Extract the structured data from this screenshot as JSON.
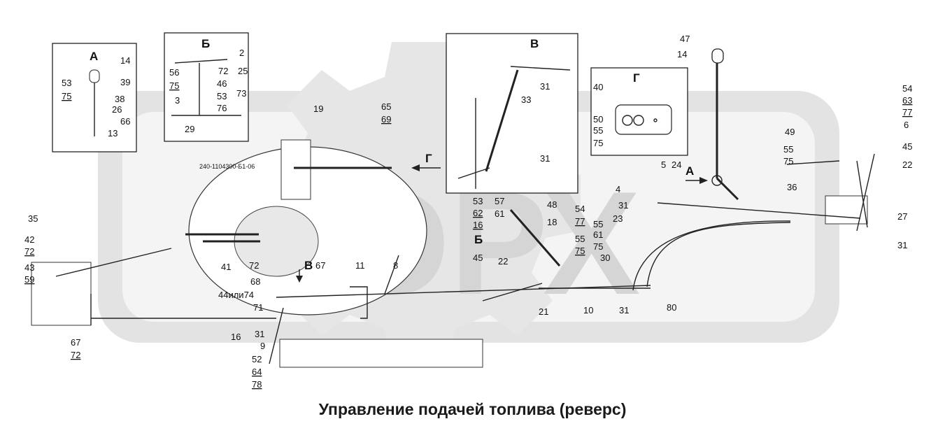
{
  "caption": "Управление подачей топлива (реверс)",
  "part_code": "240-1104300-Б1-06",
  "watermark": {
    "color": "#d9d9d9",
    "text": "ОРХ"
  },
  "views": {
    "A": "А",
    "B": "Б",
    "V": "В",
    "G": "Г"
  },
  "arrows": {
    "G": "Г",
    "V": "В",
    "A": "А",
    "B": "Б"
  },
  "labels": {
    "a14": "14",
    "a39": "39",
    "a38": "38",
    "a26": "26",
    "a66": "66",
    "a13": "13",
    "a53": "53",
    "a75": "75",
    "b2": "2",
    "b56": "56",
    "b72": "72",
    "b25": "25",
    "b75": "75",
    "b46": "46",
    "b53": "53",
    "b73": "73",
    "b3": "3",
    "b76": "76",
    "b29": "29",
    "v31a": "31",
    "v33": "33",
    "v31b": "31",
    "g40": "40",
    "g50": "50",
    "g55": "55",
    "g75": "75",
    "n47": "47",
    "n14": "14",
    "n19": "19",
    "n65": "65",
    "n69": "69",
    "n54": "54",
    "n63": "63",
    "n77": "77",
    "n6": "6",
    "n49": "49",
    "n55r": "55",
    "n75r": "75",
    "n45r": "45",
    "n22r": "22",
    "n36": "36",
    "n27": "27",
    "n31r": "31",
    "n5": "5",
    "n24": "24",
    "n4": "4",
    "n31c": "31",
    "n23": "23",
    "n48": "48",
    "n54c": "54",
    "n77c": "77",
    "n57": "57",
    "n61": "61",
    "n53c": "53",
    "n62": "62",
    "n16c": "16",
    "n18": "18",
    "n55c": "55",
    "n61c": "61",
    "n55d": "55",
    "n75c": "75",
    "n30": "30",
    "n45c": "45",
    "n22c": "22",
    "n21": "21",
    "n10": "10",
    "n31d": "31",
    "n80": "80",
    "n8": "8",
    "n11": "11",
    "n67c": "67",
    "n72c": "72",
    "n68": "68",
    "n44": "44или74",
    "n71": "71",
    "n31e": "31",
    "n9": "9",
    "n52": "52",
    "n64": "64",
    "n78": "78",
    "n16": "16",
    "n67": "67",
    "n72": "72",
    "n35": "35",
    "n42": "42",
    "n72l": "72",
    "n43": "43",
    "n59": "59",
    "n41": "41"
  }
}
